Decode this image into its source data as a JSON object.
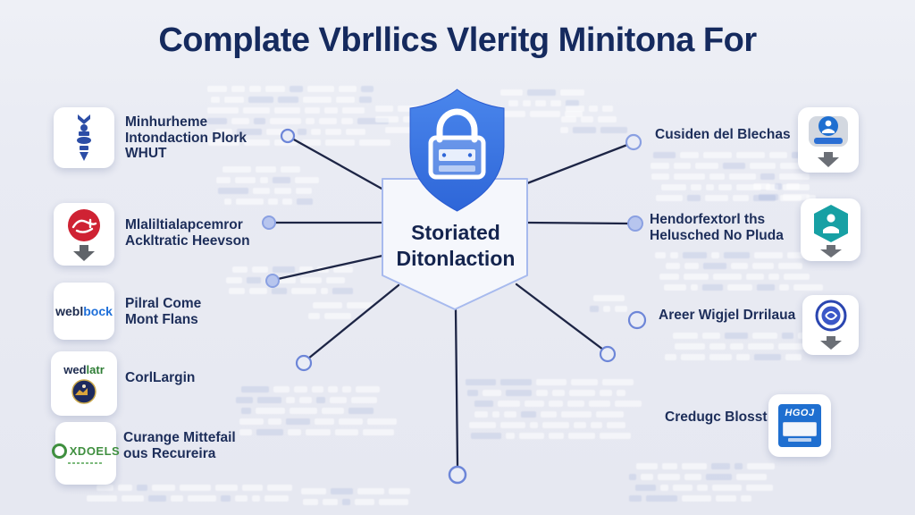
{
  "title": "Complate Vbrllics Vleritg Minitona For",
  "center": {
    "icon": "shield-lock-icon",
    "label_lines": [
      "Storiated",
      "Ditonlaction"
    ]
  },
  "left_items": [
    {
      "icon": "totem-logo-icon",
      "lines": [
        "Minhurheme",
        "Intondaction Plork",
        "WHUT"
      ]
    },
    {
      "icon": "red-scribble-download-icon",
      "lines": [
        "Mlaliltialapcemror",
        "Ackltratic Heevson"
      ]
    },
    {
      "icon": "weblbock-logo-icon",
      "logo": {
        "dark": "webl",
        "accent": "bock"
      },
      "lines": [
        "Pilral Come",
        "Mont Flans"
      ]
    },
    {
      "icon": "wedlatr-emblem-logo-icon",
      "logo": {
        "dark": "wed",
        "accent": "latr"
      },
      "lines": [
        "CorlLargin"
      ]
    },
    {
      "icon": "xdoels-logo-icon",
      "logo": {
        "accent": "XDOELS"
      },
      "lines": [
        "Curange Mittefail",
        "ous Recureira"
      ]
    }
  ],
  "right_items": [
    {
      "icon": "blue-badge-download-icon",
      "lines": [
        "Cusiden del Blechas"
      ]
    },
    {
      "icon": "teal-hexagon-download-icon",
      "lines": [
        "Hendorfextorl ths",
        "Helusched No Pluda"
      ]
    },
    {
      "icon": "blue-emblem-download-icon",
      "lines": [
        "Areer Wigjel Drrilaua"
      ]
    },
    {
      "icon": "hgoj-monitor-icon",
      "logo": {
        "text": "HGOJ"
      },
      "lines": [
        "Credugc Blosst"
      ]
    }
  ],
  "colors": {
    "background": "#e9ebf3",
    "title": "#152a5e",
    "item_text": "#1d2e5a",
    "shield_top": "#4a86ec",
    "shield_bottom": "#2e66d8",
    "panel_fill": "#f5f7fc",
    "panel_border": "#a7baee",
    "connector_line": "#1d2545",
    "node_stroke": "#6d86d8",
    "node_fill": "#b7c5ee",
    "red_icon": "#cf2233",
    "teal_icon": "#17a0a4",
    "blue_icon": "#1f6fd0",
    "green_logo": "#3f8f3f",
    "arrow_gray": "#63666c"
  }
}
